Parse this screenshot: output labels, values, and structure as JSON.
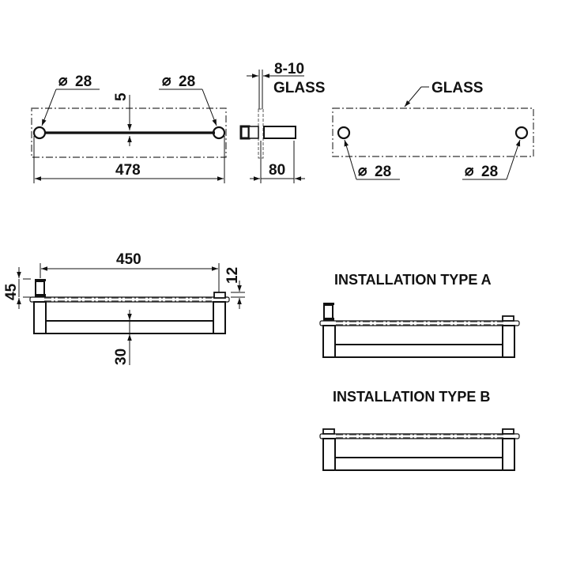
{
  "drawing": {
    "type": "technical-dimension-drawing",
    "subject": "glass-mounted towel bar",
    "front_view": {
      "diameter_left": "28",
      "diameter_right": "28",
      "diameter_symbol": "⌀",
      "bar_thickness": "5",
      "overall_length": "478"
    },
    "side_view": {
      "glass_thickness": "8-10",
      "glass_label": "GLASS",
      "projection": "80"
    },
    "back_view": {
      "glass_label": "GLASS",
      "diameter_left": "28",
      "diameter_right": "28"
    },
    "top_view": {
      "center_distance": "450",
      "left_height": "45",
      "right_height": "12",
      "bar_offset": "30"
    },
    "installation_a": {
      "title": "INSTALLATION TYPE A"
    },
    "installation_b": {
      "title": "INSTALLATION TYPE B"
    }
  }
}
